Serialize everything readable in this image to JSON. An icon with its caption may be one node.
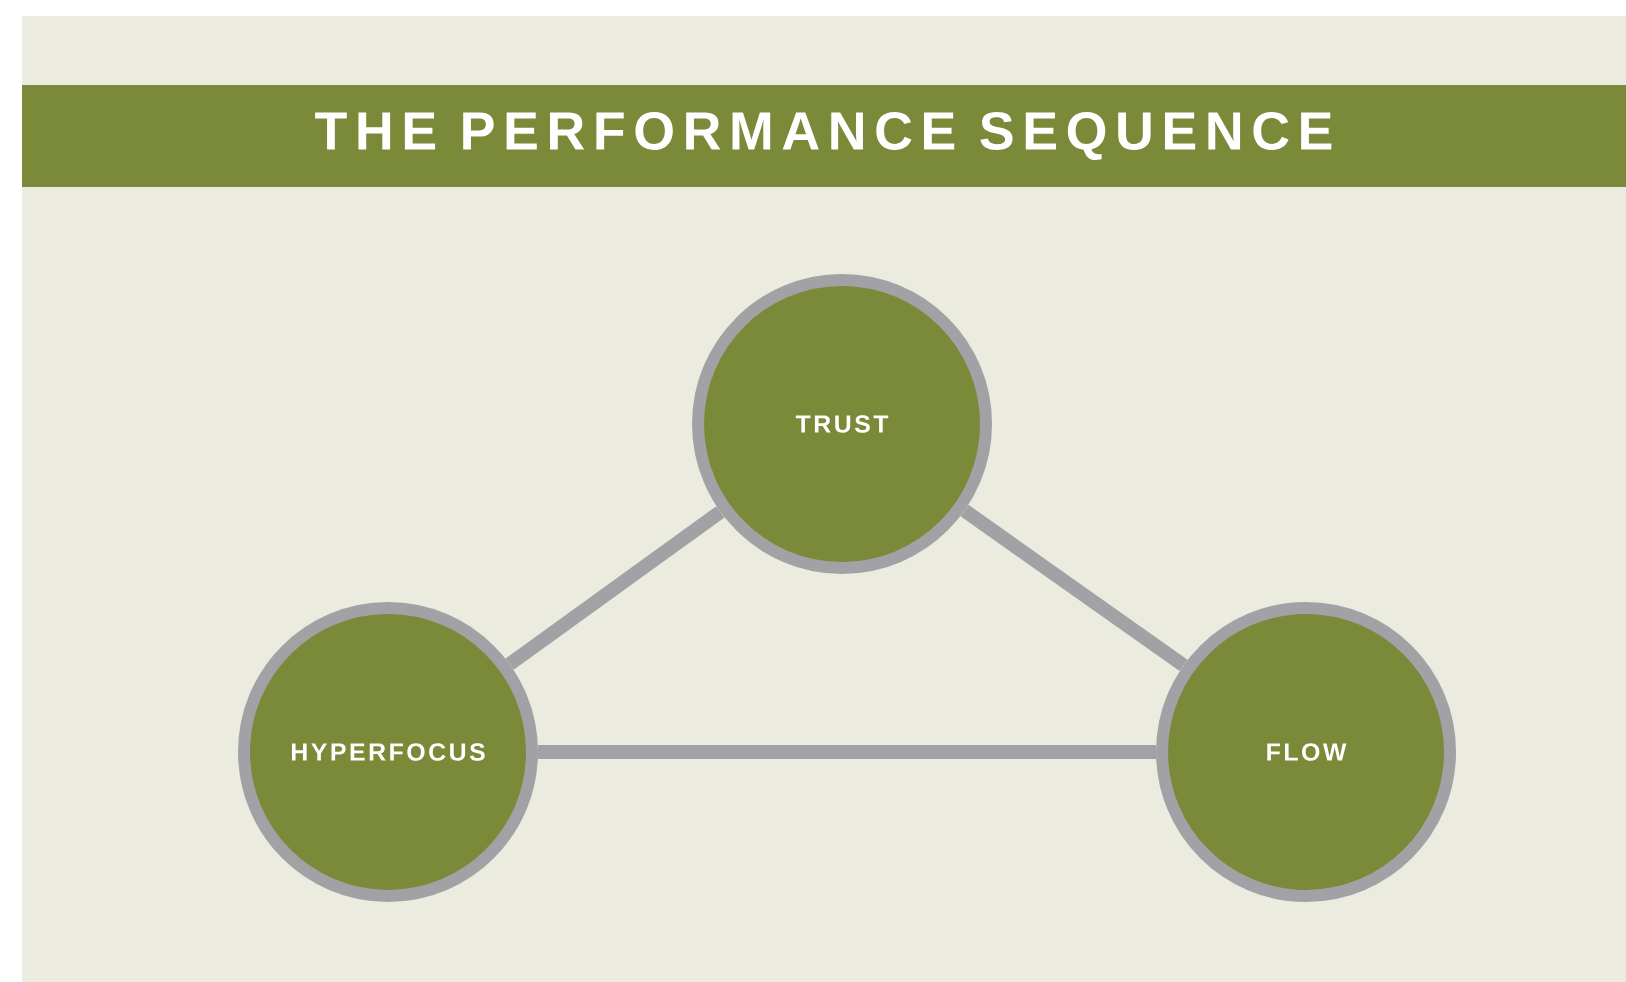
{
  "diagram": {
    "title": "THE PERFORMANCE SEQUENCE",
    "nodes": [
      {
        "text": [
          "TRUST"
        ]
      },
      {
        "text": [
          "HYPERFOCUS"
        ]
      },
      {
        "text": [
          "FLOW"
        ]
      }
    ],
    "edges": [
      {
        "from": 1,
        "to": 0,
        "arrow": "none"
      },
      {
        "from": 0,
        "to": 2,
        "arrow": "none"
      },
      {
        "from": 1,
        "to": 2,
        "arrow": "none"
      }
    ]
  }
}
